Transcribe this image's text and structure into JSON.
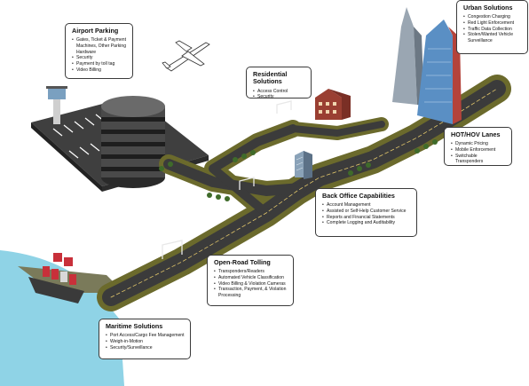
{
  "callouts": {
    "airport": {
      "title": "Airport Parking",
      "items": [
        "Gates, Ticket & Payment Machines, Other Parking Hardware",
        "Security",
        "Payment by toll tag",
        "Video Billing"
      ]
    },
    "urban": {
      "title": "Urban Solutions",
      "items": [
        "Congestion Charging",
        "Red Light Enforcement",
        "Traffic Data Collection",
        "Stolen/Wanted Vehicle Surveillance"
      ]
    },
    "residential": {
      "title": "Residential Solutions",
      "items": [
        "Access Control",
        "Security"
      ]
    },
    "hov": {
      "title": "HOT/HOV Lanes",
      "items": [
        "Dynamic Pricing",
        "Mobile Enforcement",
        "Switchable Transponders"
      ]
    },
    "backoffice": {
      "title": "Back Office Capabilities",
      "items": [
        "Account Management",
        "Assisted or Self-Help Customer Service",
        "Reports and Financial Statements",
        "Complete Logging and Auditability"
      ]
    },
    "tolling": {
      "title": "Open-Road Tolling",
      "items": [
        "Transponders/Readers",
        "Automated Vehicle Classification",
        "Video Billing & Violation Cameras",
        "Transaction, Payment, & Violation Processing"
      ]
    },
    "maritime": {
      "title": "Maritime Solutions",
      "items": [
        "Port Access/Cargo Fee Management",
        "Weigh-in-Motion",
        "Security/Surveillance"
      ]
    }
  },
  "colors": {
    "road": "#3b3b3b",
    "grass": "#6b6a2c",
    "water": "#8fd3e6",
    "runway": "#3f3f3f",
    "tower_blue": "#5a8fc4",
    "tower_red": "#b4433b",
    "brick": "#9a3f32"
  },
  "icons": [
    "airplane-icon",
    "control-tower-icon",
    "parking-garage-icon",
    "skyscraper-icon",
    "residential-building-icon",
    "office-building-icon",
    "toll-gantry-icon",
    "cargo-ship-icon"
  ]
}
